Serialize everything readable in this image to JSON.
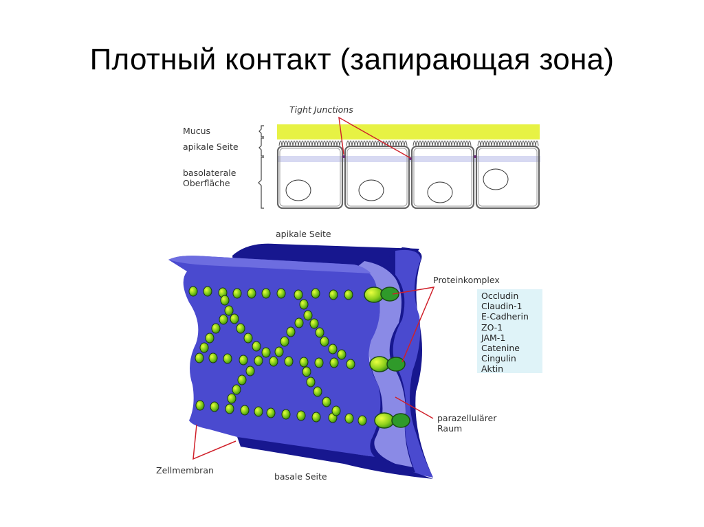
{
  "slide": {
    "title": "Плотный контакт (запирающая зона)"
  },
  "top_diagram": {
    "callout": "Tight Junctions",
    "layers": [
      {
        "label": "Mucus"
      },
      {
        "label": "apikale Seite"
      },
      {
        "label_line1": "basolaterale",
        "label_line2": "Oberfläche"
      }
    ],
    "cell_count": 4,
    "colors": {
      "mucus": "#e6f13a",
      "band": "#d7d9f2",
      "cell_outline": "#555555",
      "callout_line": "#d0202a"
    }
  },
  "bottom_diagram": {
    "top_label": "apikale Seite",
    "bottom_label": "basale Seite",
    "membrane_label": "Zellmembran",
    "protein_complex_label": "Proteinkomplex",
    "protein_list": [
      "Occludin",
      "Claudin-1",
      "E-Cadherin",
      "ZO-1",
      "JAM-1",
      "Catenine",
      "Cingulin",
      "Aktin"
    ],
    "paracellular_label_line1": "parazellulärer",
    "paracellular_label_line2": "Raum",
    "colors": {
      "membrane": "#4a4acf",
      "membrane_dark": "#17178f",
      "membrane_light": "#8a8ae6",
      "strand": "#8fd11a",
      "protein_box": "#dff3f8",
      "callout_line": "#d0202a"
    }
  }
}
